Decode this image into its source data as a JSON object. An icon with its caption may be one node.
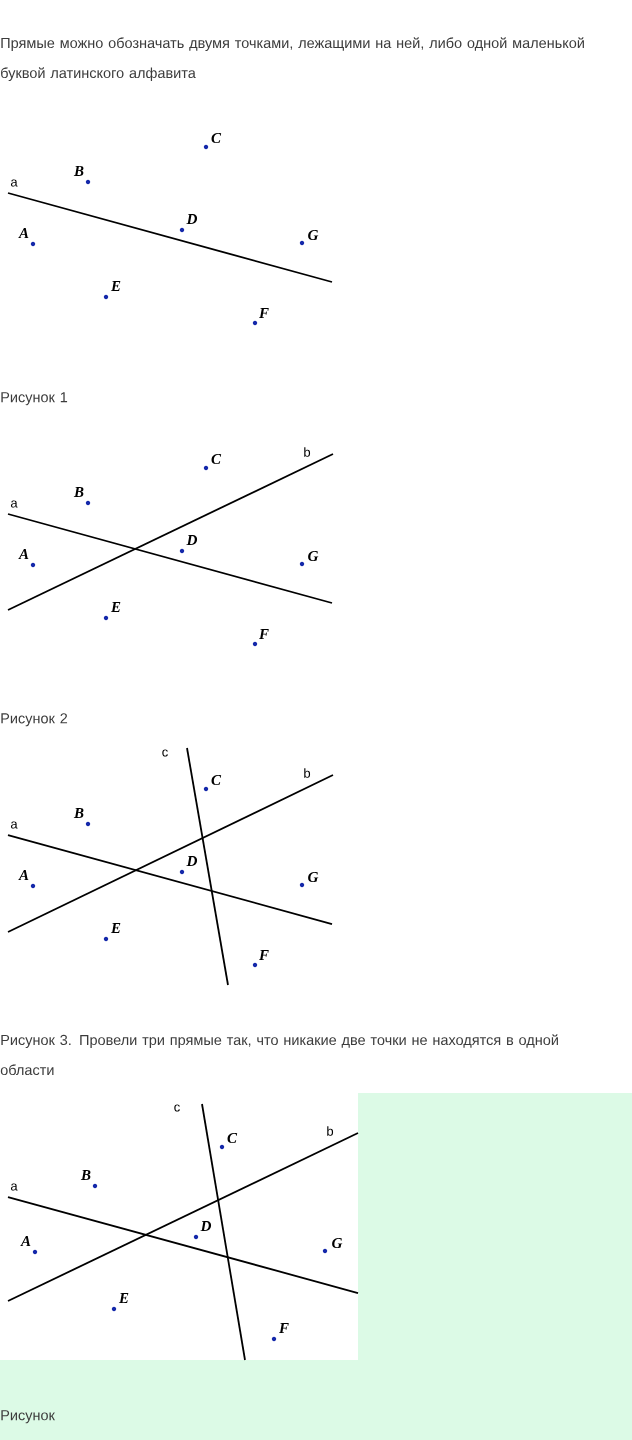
{
  "diagram": {
    "labels": [
      "Прямые можно обозначать двумя точками, лежащими на ней, либо одной маленькой буквой латинского алфавита",
      "C",
      "B",
      "a",
      "D",
      "A",
      "G",
      "E",
      "F",
      "Рисунок 1",
      "C",
      "b",
      "B",
      "a",
      "D",
      "A",
      "G",
      "E",
      "F",
      "Рисунок 2",
      "c",
      "C",
      "b",
      "B",
      "a",
      "D",
      "A",
      "G",
      "E",
      "F",
      "Рисунок 3. Провели три прямые так, что никакие две точки не находятся в одной области",
      "c",
      "C",
      "b",
      "B",
      "a",
      "D",
      "A",
      "G",
      "E",
      "F",
      "Рисунок"
    ]
  }
}
